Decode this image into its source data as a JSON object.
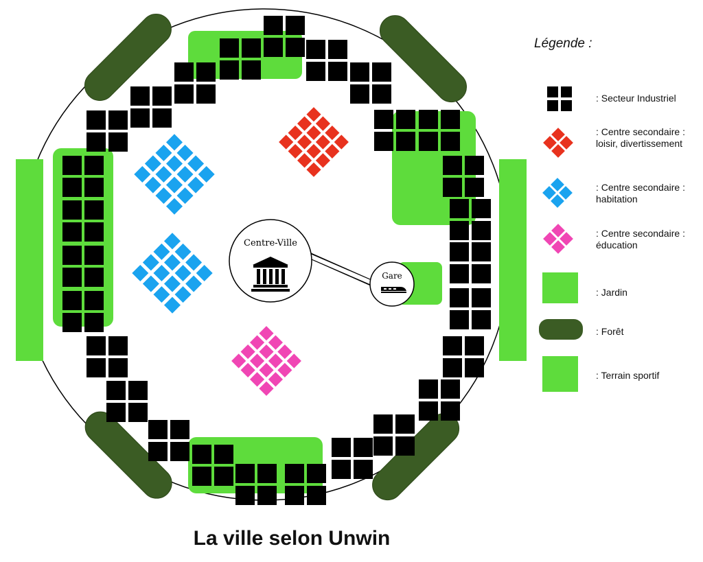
{
  "title": "La ville selon Unwin",
  "legend": {
    "title": "Légende :",
    "items": [
      {
        "key": "industrial",
        "label_line1": ": Secteur Industriel",
        "label_line2": ""
      },
      {
        "key": "loisir",
        "label_line1": ": Centre secondaire :",
        "label_line2": "loisir, divertissement"
      },
      {
        "key": "habitation",
        "label_line1": ": Centre secondaire :",
        "label_line2": "habitation"
      },
      {
        "key": "education",
        "label_line1": ": Centre secondaire :",
        "label_line2": "éducation"
      },
      {
        "key": "jardin",
        "label_line1": ": Jardin",
        "label_line2": ""
      },
      {
        "key": "foret",
        "label_line1": ": Forêt",
        "label_line2": ""
      },
      {
        "key": "sportif",
        "label_line1": ": Terrain sportif",
        "label_line2": ""
      }
    ]
  },
  "labels": {
    "centre_ville": "Centre-Ville",
    "gare": "Gare"
  },
  "colors": {
    "industrial": "#000000",
    "loisir": "#e8321e",
    "habitation": "#1aa3ef",
    "education": "#f046b4",
    "jardin": "#5edc3c",
    "foret": "#3b5c24",
    "sportif": "#5edc3c"
  },
  "icons": {
    "centre_ville": "classical-building-icon",
    "gare": "train-icon"
  }
}
